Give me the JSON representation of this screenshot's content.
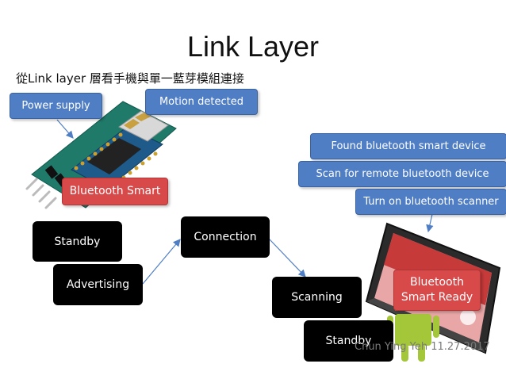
{
  "title": "Link Layer",
  "subtitle": "從Link layer 層看手機與單一藍芽模組連接",
  "labels": {
    "power_supply": "Power supply",
    "motion_detected": "Motion detected",
    "bluetooth_smart": "Bluetooth Smart",
    "found_device": "Found bluetooth smart device",
    "scan_remote": "Scan for remote bluetooth device",
    "turn_on_scanner": "Turn on bluetooth scanner",
    "bluetooth_smart_ready_line1": "Bluetooth",
    "bluetooth_smart_ready_line2": "Smart Ready"
  },
  "states": {
    "standby_left": "Standby",
    "advertising": "Advertising",
    "connection": "Connection",
    "scanning": "Scanning",
    "standby_right": "Standby"
  },
  "footer": "Chun Ying Yeh 11.27.2017",
  "colors": {
    "label_blue": "#4f7ec5",
    "label_red": "#d84a4a",
    "state_black": "#000000",
    "arrow": "#4f7ec5",
    "module_board": "#1f7a6a",
    "android_green": "#a4c639"
  }
}
